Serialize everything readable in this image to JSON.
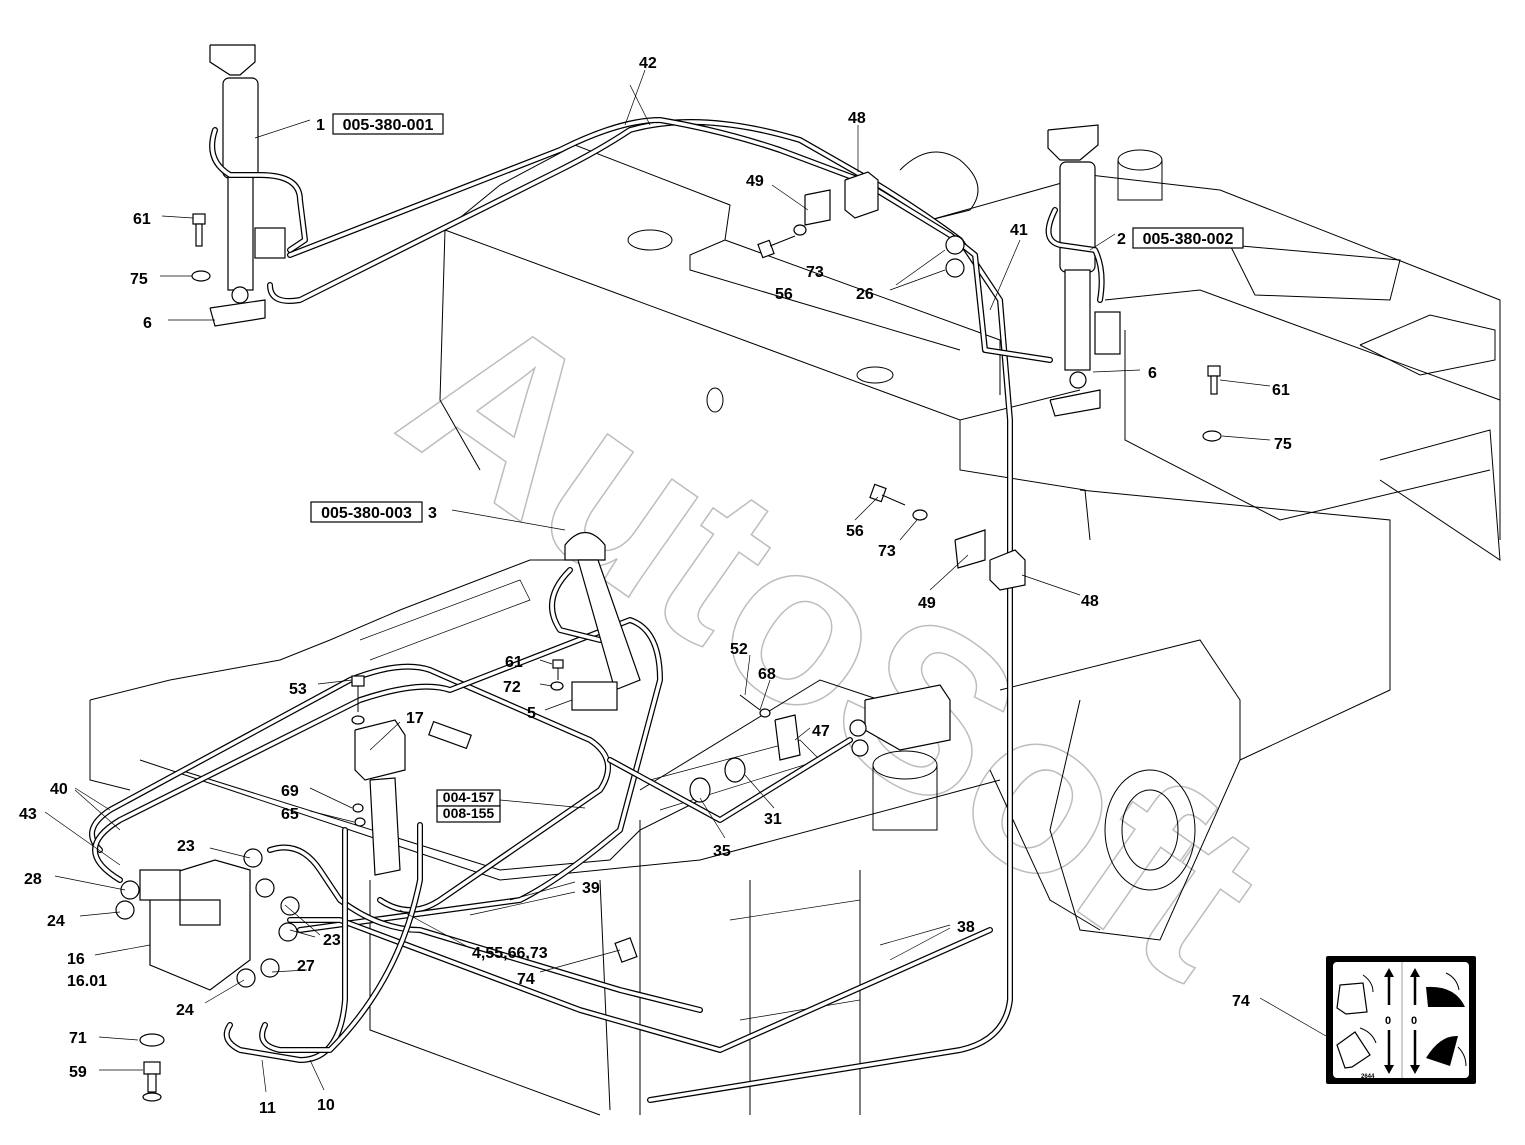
{
  "diagram": {
    "watermark": "AutoSoft",
    "callouts": [
      "42",
      "1",
      "61",
      "75",
      "6",
      "48",
      "49",
      "73",
      "56",
      "41",
      "26",
      "2",
      "6",
      "61",
      "75",
      "3",
      "56",
      "73",
      "49",
      "48",
      "52",
      "61",
      "68",
      "53",
      "72",
      "17",
      "5",
      "47",
      "40",
      "43",
      "69",
      "65",
      "31",
      "35",
      "23",
      "28",
      "39",
      "24",
      "38",
      "23",
      "16",
      "16.01",
      "4,55,66,73",
      "27",
      "74",
      "24",
      "74",
      "71",
      "59",
      "11",
      "10"
    ],
    "references": [
      "005-380-001",
      "005-380-002",
      "005-380-003",
      "004-157",
      "008-155"
    ],
    "decal": {
      "center_marks": [
        "0",
        "0"
      ],
      "code": "2644",
      "icons": [
        "cab-tilt-up-icon",
        "cab-tilt-down-icon",
        "bonnet-raise-icon",
        "bonnet-lower-icon"
      ]
    }
  }
}
